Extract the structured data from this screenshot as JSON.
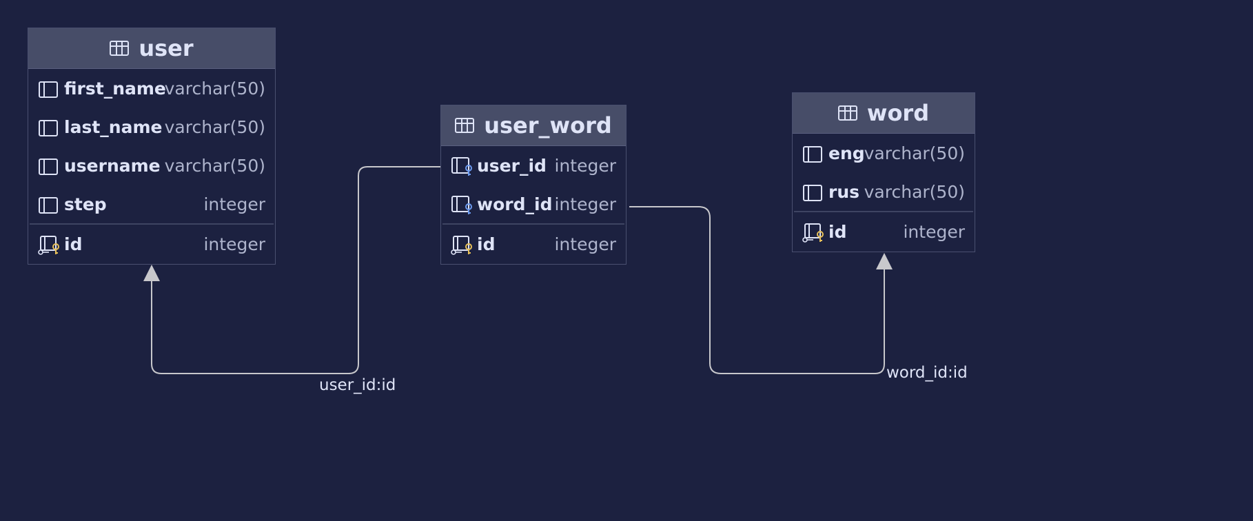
{
  "tables": {
    "user": {
      "name": "user",
      "columns": [
        {
          "name": "first_name",
          "type": "varchar(50)",
          "kind": "column"
        },
        {
          "name": "last_name",
          "type": "varchar(50)",
          "kind": "column"
        },
        {
          "name": "username",
          "type": "varchar(50)",
          "kind": "column"
        },
        {
          "name": "step",
          "type": "integer",
          "kind": "column"
        }
      ],
      "primary_key": {
        "name": "id",
        "type": "integer",
        "kind": "primary-key"
      }
    },
    "user_word": {
      "name": "user_word",
      "columns": [
        {
          "name": "user_id",
          "type": "integer",
          "kind": "foreign-key"
        },
        {
          "name": "word_id",
          "type": "integer",
          "kind": "foreign-key"
        }
      ],
      "primary_key": {
        "name": "id",
        "type": "integer",
        "kind": "primary-key"
      }
    },
    "word": {
      "name": "word",
      "columns": [
        {
          "name": "eng",
          "type": "varchar(50)",
          "kind": "column"
        },
        {
          "name": "rus",
          "type": "varchar(50)",
          "kind": "column"
        }
      ],
      "primary_key": {
        "name": "id",
        "type": "integer",
        "kind": "primary-key"
      }
    }
  },
  "relations": [
    {
      "label": "user_id:id",
      "from": "user_word.user_id",
      "to": "user.id"
    },
    {
      "label": "word_id:id",
      "from": "user_word.word_id",
      "to": "word.id"
    }
  ],
  "colors": {
    "background": "#1c2140",
    "header": "#474d68",
    "border": "#4a5070",
    "text": "#dfe4f7",
    "type_text": "#aeb4cc",
    "connector": "#c8c8cc",
    "pk_key": "#e8c15a",
    "fk_key": "#6e9cf0"
  }
}
